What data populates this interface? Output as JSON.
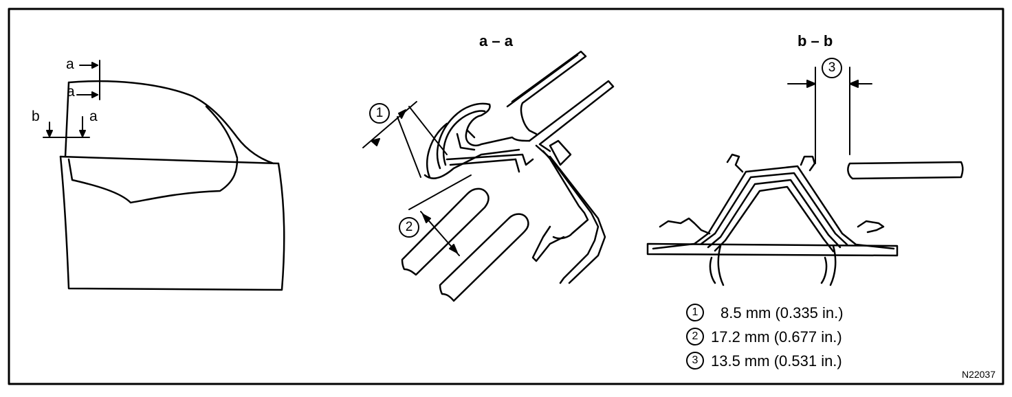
{
  "labels": {
    "section_aa": "a – a",
    "section_bb": "b – b",
    "door_a1": "a",
    "door_a2": "a",
    "door_a3": "a",
    "door_b": "b"
  },
  "markers": {
    "m1": "1",
    "m2": "2",
    "m3": "3"
  },
  "legend": [
    {
      "num": "1",
      "text": "8.5 mm (0.335 in.)"
    },
    {
      "num": "2",
      "text": "17.2 mm (0.677 in.)"
    },
    {
      "num": "3",
      "text": "13.5 mm (0.531 in.)"
    }
  ],
  "figure_id": "N22037"
}
